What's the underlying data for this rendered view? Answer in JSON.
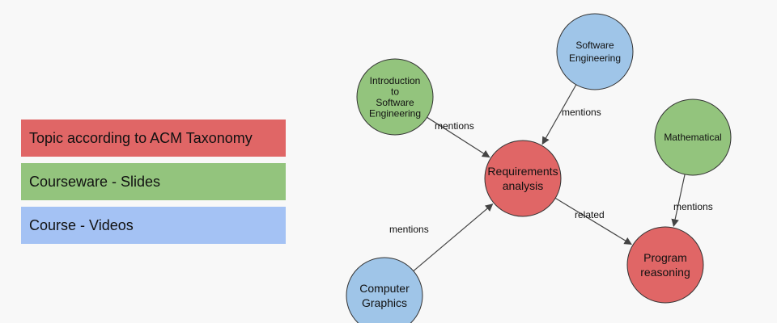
{
  "legend": [
    {
      "id": "topic",
      "label": "Topic according to ACM Taxonomy",
      "color": "#e06666"
    },
    {
      "id": "slides",
      "label": "Courseware - Slides",
      "color": "#93c47d"
    },
    {
      "id": "videos",
      "label": "Course - Videos",
      "color": "#a4c2f4"
    }
  ],
  "colors": {
    "topic_node": "#e06666",
    "slides_node": "#93c47d",
    "videos_node": "#9fc5e8",
    "node_stroke": "#333333",
    "edge": "#444444"
  },
  "nodes": {
    "intro": {
      "lines": [
        "Introduction",
        "to",
        "Software",
        "Engineering"
      ],
      "category": "slides"
    },
    "swe": {
      "lines": [
        "Software",
        "Engineering"
      ],
      "category": "videos"
    },
    "req": {
      "lines": [
        "Requirements",
        "analysis"
      ],
      "category": "topic"
    },
    "math": {
      "lines": [
        "Mathematical"
      ],
      "category": "slides"
    },
    "prog": {
      "lines": [
        "Program",
        "reasoning"
      ],
      "category": "topic"
    },
    "cg": {
      "lines": [
        "Computer",
        "Graphics"
      ],
      "category": "videos"
    }
  },
  "edges": {
    "intro_req": {
      "from": "intro",
      "to": "req",
      "label": "mentions"
    },
    "swe_req": {
      "from": "swe",
      "to": "req",
      "label": "mentions"
    },
    "cg_req": {
      "from": "cg",
      "to": "req",
      "label": "mentions"
    },
    "req_prog": {
      "from": "req",
      "to": "prog",
      "label": "related"
    },
    "math_prog": {
      "from": "math",
      "to": "prog",
      "label": "mentions"
    }
  }
}
